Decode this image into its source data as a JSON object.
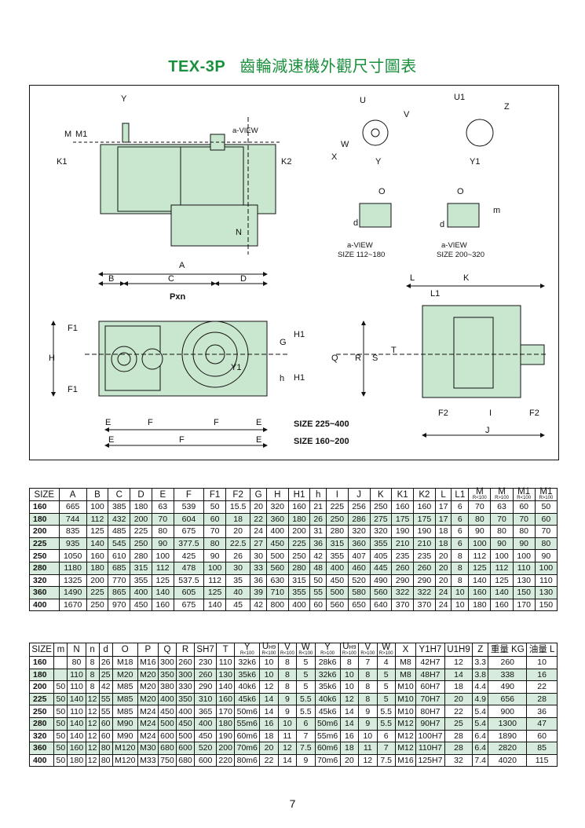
{
  "header": {
    "code": "TEX-3P",
    "title": "齒輪減速機外觀尺寸圖表"
  },
  "drawing": {
    "labels": {
      "a_view": "a-VIEW",
      "size_small": "SIZE 112~180",
      "size_large": "SIZE 200~320",
      "size_225_400": "SIZE 225~400",
      "size_160_200": "SIZE 160~200",
      "pxn": "Pxn"
    },
    "dims": [
      "Y",
      "M",
      "M1",
      "K1",
      "K2",
      "N",
      "A",
      "B",
      "C",
      "D",
      "F1",
      "H",
      "G",
      "H1",
      "h",
      "Y1",
      "E",
      "F",
      "U",
      "V",
      "W",
      "X",
      "U1",
      "Z",
      "O",
      "d",
      "m",
      "L",
      "L1",
      "K",
      "Q",
      "R",
      "S",
      "T",
      "F2",
      "I",
      "J"
    ]
  },
  "colors": {
    "body_fill": "#c9e6cf",
    "row_alt": "#d7ecdc",
    "title_green": "#1a8f3c"
  },
  "table1": {
    "headers": [
      "SIZE",
      "A",
      "B",
      "C",
      "D",
      "E",
      "F",
      "F1",
      "F2",
      "G",
      "H",
      "H1",
      "h",
      "I",
      "J",
      "K",
      "K1",
      "K2",
      "L",
      "L1"
    ],
    "stacked_headers": [
      {
        "main": "M",
        "sub": "R<100"
      },
      {
        "main": "M",
        "sub": "R>100"
      },
      {
        "main": "M1",
        "sub": "R<100"
      },
      {
        "main": "M1",
        "sub": "R>100"
      }
    ],
    "rows": [
      [
        "160",
        "665",
        "100",
        "385",
        "180",
        "63",
        "539",
        "50",
        "15.5",
        "20",
        "320",
        "160",
        "21",
        "225",
        "256",
        "250",
        "160",
        "160",
        "17",
        "6",
        "70",
        "63",
        "60",
        "50"
      ],
      [
        "180",
        "744",
        "112",
        "432",
        "200",
        "70",
        "604",
        "60",
        "18",
        "22",
        "360",
        "180",
        "26",
        "250",
        "286",
        "275",
        "175",
        "175",
        "17",
        "6",
        "80",
        "70",
        "70",
        "60"
      ],
      [
        "200",
        "835",
        "125",
        "485",
        "225",
        "80",
        "675",
        "70",
        "20",
        "24",
        "400",
        "200",
        "31",
        "280",
        "320",
        "320",
        "190",
        "190",
        "18",
        "6",
        "90",
        "80",
        "80",
        "70"
      ],
      [
        "225",
        "935",
        "140",
        "545",
        "250",
        "90",
        "377.5",
        "80",
        "22.5",
        "27",
        "450",
        "225",
        "36",
        "315",
        "360",
        "355",
        "210",
        "210",
        "18",
        "6",
        "100",
        "90",
        "90",
        "80"
      ],
      [
        "250",
        "1050",
        "160",
        "610",
        "280",
        "100",
        "425",
        "90",
        "26",
        "30",
        "500",
        "250",
        "42",
        "355",
        "407",
        "405",
        "235",
        "235",
        "20",
        "8",
        "112",
        "100",
        "100",
        "90"
      ],
      [
        "280",
        "1180",
        "180",
        "685",
        "315",
        "112",
        "478",
        "100",
        "30",
        "33",
        "560",
        "280",
        "48",
        "400",
        "460",
        "445",
        "260",
        "260",
        "20",
        "8",
        "125",
        "112",
        "110",
        "100"
      ],
      [
        "320",
        "1325",
        "200",
        "770",
        "355",
        "125",
        "537.5",
        "112",
        "35",
        "36",
        "630",
        "315",
        "50",
        "450",
        "520",
        "490",
        "290",
        "290",
        "20",
        "8",
        "140",
        "125",
        "130",
        "110"
      ],
      [
        "360",
        "1490",
        "225",
        "865",
        "400",
        "140",
        "605",
        "125",
        "40",
        "39",
        "710",
        "355",
        "55",
        "500",
        "580",
        "560",
        "322",
        "322",
        "24",
        "10",
        "160",
        "140",
        "150",
        "130"
      ],
      [
        "400",
        "1670",
        "250",
        "970",
        "450",
        "160",
        "675",
        "140",
        "45",
        "42",
        "800",
        "400",
        "60",
        "560",
        "650",
        "640",
        "370",
        "370",
        "24",
        "10",
        "180",
        "160",
        "170",
        "150"
      ]
    ]
  },
  "table2": {
    "headers_a": [
      "SIZE",
      "m",
      "N",
      "n",
      "d",
      "O",
      "P",
      "Q",
      "R",
      "SH7",
      "T"
    ],
    "stacked_headers": [
      {
        "main": "Y",
        "sub": "R<100"
      },
      {
        "main": "U",
        "sup": "H9",
        "sub": "R<100"
      },
      {
        "main": "V",
        "sub": "R<100"
      },
      {
        "main": "W",
        "sub": "R<100"
      },
      {
        "main": "Y",
        "sub": "R>100"
      },
      {
        "main": "U",
        "sup": "H9",
        "sub": "R>100"
      },
      {
        "main": "V",
        "sub": "R>100"
      },
      {
        "main": "W",
        "sub": "R>100"
      }
    ],
    "headers_b": [
      "X",
      "Y1H7",
      "U1H9",
      "Z",
      "重量 KG",
      "油量 L"
    ],
    "rows": [
      [
        "160",
        "",
        "80",
        "8",
        "26",
        "M18",
        "M16",
        "300",
        "260",
        "230",
        "110",
        "32k6",
        "10",
        "8",
        "5",
        "28k6",
        "8",
        "7",
        "4",
        "M8",
        "42H7",
        "12",
        "3.3",
        "260",
        "10"
      ],
      [
        "180",
        "",
        "110",
        "8",
        "25",
        "M20",
        "M20",
        "350",
        "300",
        "260",
        "130",
        "35k6",
        "10",
        "8",
        "5",
        "32k6",
        "10",
        "8",
        "5",
        "M8",
        "48H7",
        "14",
        "3.8",
        "338",
        "16"
      ],
      [
        "200",
        "50",
        "110",
        "8",
        "42",
        "M85",
        "M20",
        "380",
        "330",
        "290",
        "140",
        "40k6",
        "12",
        "8",
        "5",
        "35k6",
        "10",
        "8",
        "5",
        "M10",
        "60H7",
        "18",
        "4.4",
        "490",
        "22"
      ],
      [
        "225",
        "50",
        "140",
        "12",
        "55",
        "M85",
        "M20",
        "400",
        "350",
        "310",
        "160",
        "45k6",
        "14",
        "9",
        "5.5",
        "40k6",
        "12",
        "8",
        "5",
        "M10",
        "70H7",
        "20",
        "4.9",
        "656",
        "28"
      ],
      [
        "250",
        "50",
        "110",
        "12",
        "55",
        "M85",
        "M24",
        "450",
        "400",
        "365",
        "170",
        "50m6",
        "14",
        "9",
        "5.5",
        "45k6",
        "14",
        "9",
        "5.5",
        "M10",
        "80H7",
        "22",
        "5.4",
        "900",
        "36"
      ],
      [
        "280",
        "50",
        "140",
        "12",
        "60",
        "M90",
        "M24",
        "500",
        "450",
        "400",
        "180",
        "55m6",
        "16",
        "10",
        "6",
        "50m6",
        "14",
        "9",
        "5.5",
        "M12",
        "90H7",
        "25",
        "5.4",
        "1300",
        "47"
      ],
      [
        "320",
        "50",
        "140",
        "12",
        "60",
        "M90",
        "M24",
        "600",
        "500",
        "450",
        "190",
        "60m6",
        "18",
        "11",
        "7",
        "55m6",
        "16",
        "10",
        "6",
        "M12",
        "100H7",
        "28",
        "6.4",
        "1890",
        "60"
      ],
      [
        "360",
        "50",
        "160",
        "12",
        "80",
        "M120",
        "M30",
        "680",
        "600",
        "520",
        "200",
        "70m6",
        "20",
        "12",
        "7.5",
        "60m6",
        "18",
        "11",
        "7",
        "M12",
        "110H7",
        "28",
        "6.4",
        "2820",
        "85"
      ],
      [
        "400",
        "50",
        "180",
        "12",
        "80",
        "M120",
        "M33",
        "750",
        "680",
        "600",
        "220",
        "80m6",
        "22",
        "14",
        "9",
        "70m6",
        "20",
        "12",
        "7.5",
        "M16",
        "125H7",
        "32",
        "7.4",
        "4020",
        "115"
      ]
    ]
  },
  "page_number": "7"
}
